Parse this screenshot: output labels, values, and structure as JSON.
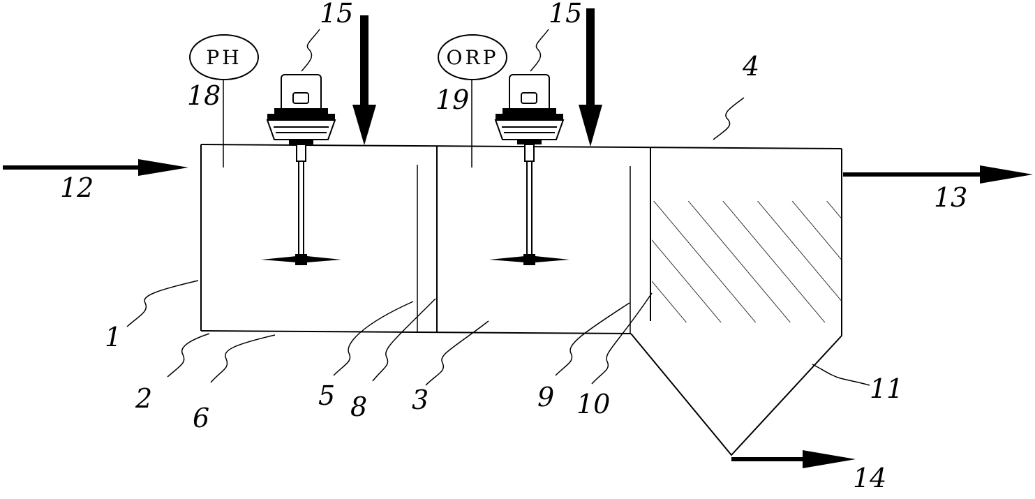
{
  "labels": {
    "tank_body": "1",
    "first_chamber": "2",
    "second_chamber": "3",
    "settling_zone": "4",
    "baffle_a": "5",
    "tank_bottom": "6",
    "partition_a": "8",
    "baffle_b": "9",
    "partition_b": "10",
    "hopper": "11",
    "inlet": "12",
    "outlet": "13",
    "sludge_outlet": "14",
    "motor_left": "15",
    "motor_right": "15",
    "ph_ref": "18",
    "orp_ref": "19"
  },
  "instruments": {
    "ph": "PH",
    "orp": "ORP"
  }
}
